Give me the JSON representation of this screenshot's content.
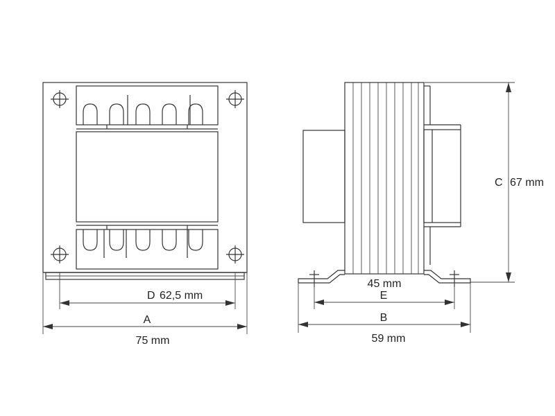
{
  "front_view": {
    "dimension_d": {
      "letter": "D",
      "value": "62,5 mm"
    },
    "dimension_a": {
      "letter": "A",
      "value": "75 mm"
    }
  },
  "side_view": {
    "dimension_e": {
      "letter": "E",
      "value": "45 mm"
    },
    "dimension_b": {
      "letter": "B",
      "value": "59 mm"
    },
    "dimension_c": {
      "letter": "C",
      "value": "67 mm"
    }
  },
  "colors": {
    "line": "#333333",
    "background": "#ffffff"
  }
}
